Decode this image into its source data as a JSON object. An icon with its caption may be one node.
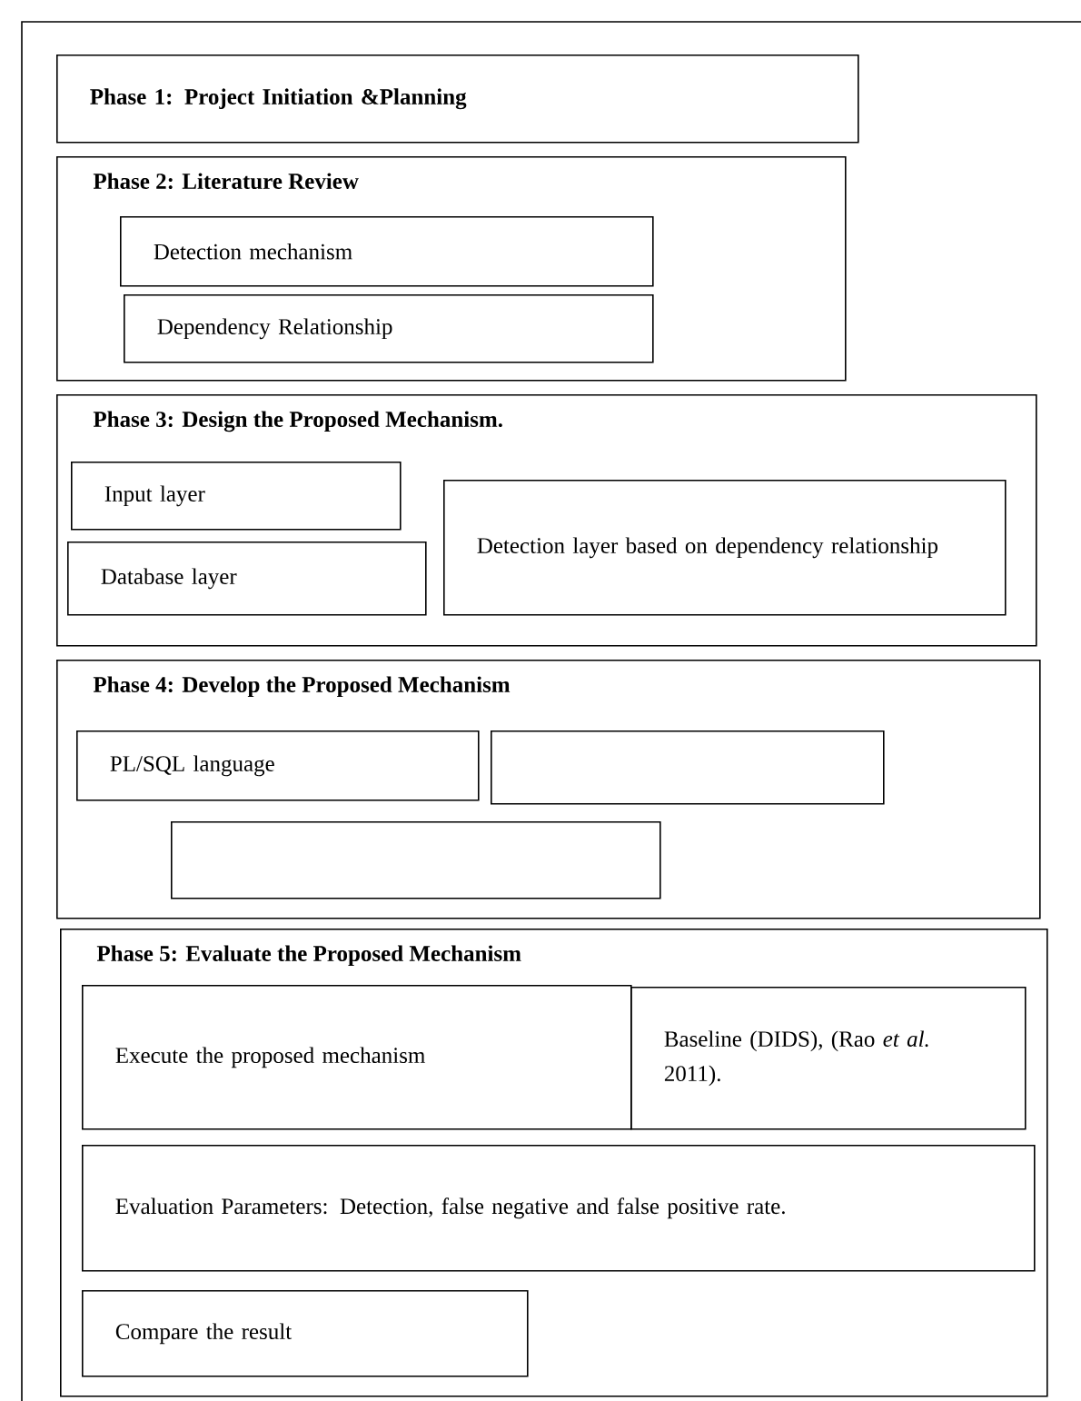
{
  "diagram": {
    "nodes": [
      {
        "text": [
          "Phase 1: Project Initiation &Planning"
        ]
      },
      {
        "text": [
          "Phase 2: Literature Review"
        ]
      },
      {
        "text": [
          "Detection mechanism"
        ],
        "in": 1
      },
      {
        "text": [
          "Dependency Relationship"
        ],
        "in": 1
      },
      {
        "text": [
          "Phase 3: Design the Proposed Mechanism."
        ]
      },
      {
        "text": [
          "Input layer"
        ],
        "in": 4
      },
      {
        "text": [
          "Database layer"
        ],
        "in": 4
      },
      {
        "text": [
          "Detection layer based on dependency relationship"
        ],
        "in": 4
      },
      {
        "text": [
          "Phase 4: Develop the Proposed Mechanism"
        ]
      },
      {
        "text": [
          "PL/SQL language"
        ],
        "in": 8
      },
      {
        "text": [],
        "shape": "box",
        "in": 8
      },
      {
        "text": [],
        "shape": "box",
        "in": 8
      },
      {
        "text": [
          "Phase 5: Evaluate the Proposed Mechanism"
        ]
      },
      {
        "text": [
          "Execute the proposed mechanism"
        ],
        "in": 12
      },
      {
        "text": [
          "Baseline (DIDS), (Rao *et al.* 2011)."
        ],
        "in": 12
      },
      {
        "text": [
          "Evaluation Parameters: Detection, false negative and false positive rate."
        ],
        "in": 12
      },
      {
        "text": [
          "Compare the result"
        ],
        "in": 12
      }
    ]
  }
}
